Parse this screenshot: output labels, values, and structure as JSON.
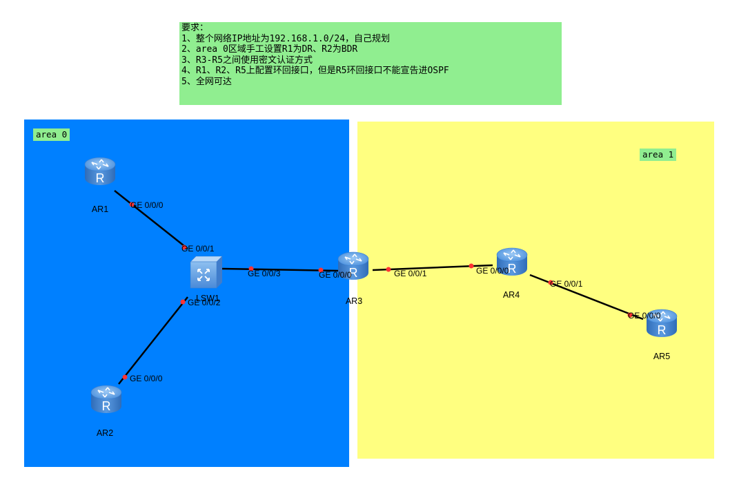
{
  "requirements": {
    "title": "要求：",
    "items": [
      "1、整个网络IP地址为192.168.1.0/24，自己规划",
      "2、area 0区域手工设置R1为DR、R2为BDR",
      "3、R3-R5之间使用密文认证方式",
      "4、R1、R2、R5上配置环回接口，但是R5环回接口不能宣告进OSPF",
      "5、全网可达"
    ]
  },
  "areas": [
    {
      "label": "area 0",
      "color": "#0080ff"
    },
    {
      "label": "area 1",
      "color": "#ffff80"
    }
  ],
  "devices": {
    "ar1": "AR1",
    "ar2": "AR2",
    "ar3": "AR3",
    "ar4": "AR4",
    "ar5": "AR5",
    "lsw1": "LSW1"
  },
  "ports": {
    "ar1_g000": "GE 0/0/0",
    "lsw1_g001": "GE 0/0/1",
    "lsw1_g003": "GE 0/0/3",
    "lsw1_g002": "GE 0/0/2",
    "ar2_g000": "GE 0/0/0",
    "ar3_g000": "GE 0/0/0",
    "ar3_g001": "GE 0/0/1",
    "ar4_g000": "GE 0/0/0",
    "ar4_g001": "GE 0/0/1",
    "ar5_g000": "GE 0/0/0"
  },
  "colors": {
    "link": "#000000",
    "port_dot": "#ff3333",
    "router_body": "#3a7fd0"
  },
  "icons": {
    "router": "router-icon",
    "switch": "switch-icon"
  }
}
